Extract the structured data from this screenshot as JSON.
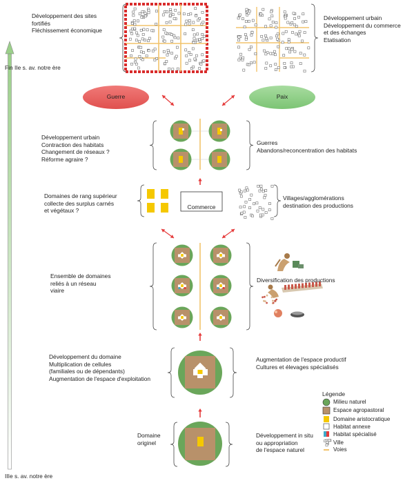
{
  "timeline": {
    "top_label": "Fin IIe s. av. notre ère",
    "bottom_label": "IIIe s. av. notre ère"
  },
  "stages": {
    "s1": {
      "left": "Développement des sites\nfortifiés\nFléchissement économique",
      "right": "Développement urbain\nDéveloppement du commerce\net des échanges\nEtatisation"
    },
    "s2": {
      "war": "Guerre",
      "peace": "Paix"
    },
    "s3": {
      "left": "Développement urbain\nContraction des habitats\nChangement de réseaux ?\nRéforme agraire ?",
      "right": "Guerres\nAbandons/reconcentration des habitats"
    },
    "s4": {
      "left": "Domaines de rang supérieur\ncollecte des surplus carnés\net végétaux ?",
      "center": "Commerce",
      "right": "Villages/agglomérations\ndestination des productions"
    },
    "s5": {
      "left": "Ensemble de domaines\nreliés à un réseau\nviaire",
      "right": "Diversification des productions"
    },
    "s6": {
      "left": "Développement du domaine\nMultiplication de cellules\n(familiales ou de dépendants)\nAugmentation de l'espace d'exploitation",
      "right": "Augmentation de l'espace productif\nCultures et élevages spécialisés"
    },
    "s7": {
      "left": "Domaine\noriginel",
      "right": "Développement in situ\nou appropriation\nde l'espace naturel"
    }
  },
  "legend": {
    "title": "Légende",
    "items": [
      {
        "label": "Milieu naturel",
        "color": "#6aa65a",
        "icon": "green-circle"
      },
      {
        "label": "Espace agropastoral",
        "color": "#b8916a",
        "icon": "brown-square"
      },
      {
        "label": "Domaine aristocratique",
        "color": "#f5c800",
        "icon": "yellow-square"
      },
      {
        "label": "Habitat annexe",
        "color": "#ffffff",
        "icon": "white-square"
      },
      {
        "label": "Habitat spécialisé",
        "color": "#3fa9c9",
        "icon": "cyan-red-square"
      },
      {
        "label": "Ville",
        "color": "#777777",
        "icon": "grey-cluster"
      },
      {
        "label": "Voies",
        "color": "#f2c36b",
        "icon": "road-line"
      }
    ]
  },
  "colors": {
    "natural": "#6aa65a",
    "agro": "#b8916a",
    "aristo": "#f5c800",
    "road": "#f2c36b",
    "war": "#e85b5b",
    "peace": "#8fd28a",
    "arrow": "#e53b3b",
    "fort": "#d92b2b"
  }
}
